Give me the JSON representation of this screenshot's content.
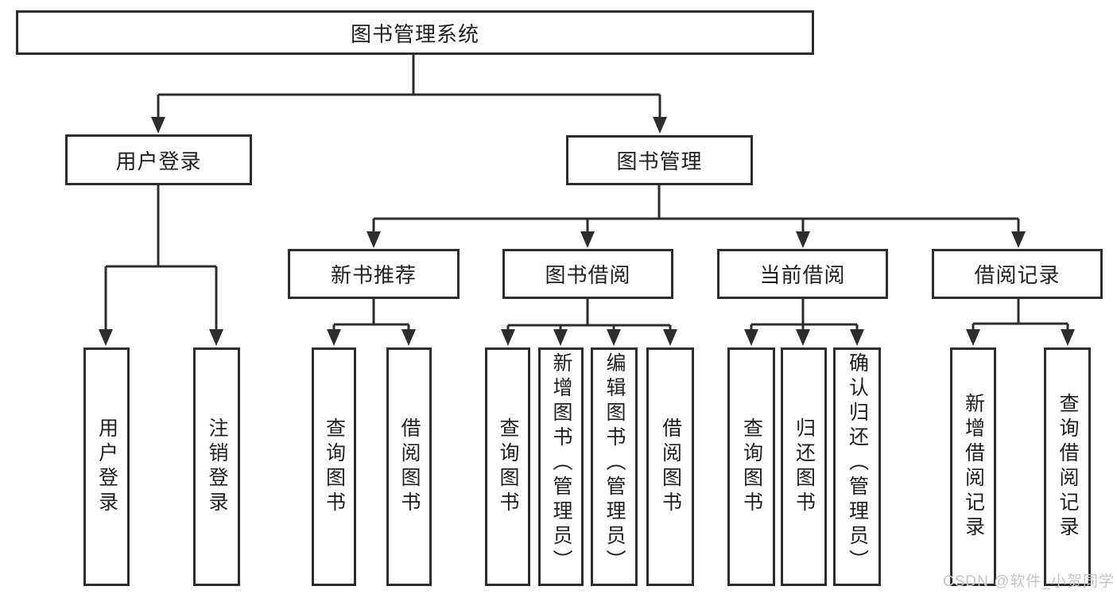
{
  "colors": {
    "line": "#2d2d2d",
    "text": "#1f1f1f",
    "watermark": "#c6c6c6",
    "background": "#ffffff"
  },
  "tree": {
    "root": {
      "label": "图书管理系统"
    },
    "level2": [
      {
        "label": "用户登录",
        "children": [
          {
            "label": "用户登录"
          },
          {
            "label": "注销登录"
          }
        ]
      },
      {
        "label": "图书管理",
        "children": [
          {
            "label": "新书推荐",
            "children": [
              {
                "label": "查询图书"
              },
              {
                "label": "借阅图书"
              }
            ]
          },
          {
            "label": "图书借阅",
            "children": [
              {
                "label": "查询图书"
              },
              {
                "label": "新增图书（管理员）"
              },
              {
                "label": "编辑图书（管理员）"
              },
              {
                "label": "借阅图书"
              }
            ]
          },
          {
            "label": "当前借阅",
            "children": [
              {
                "label": "查询图书"
              },
              {
                "label": "归还图书"
              },
              {
                "label": "确认归还（管理员）"
              }
            ]
          },
          {
            "label": "借阅记录",
            "children": [
              {
                "label": "新增借阅记录"
              },
              {
                "label": "查询借阅记录"
              }
            ]
          }
        ]
      }
    ]
  },
  "watermark": {
    "text": "CSDN @软件_小贺同学"
  }
}
